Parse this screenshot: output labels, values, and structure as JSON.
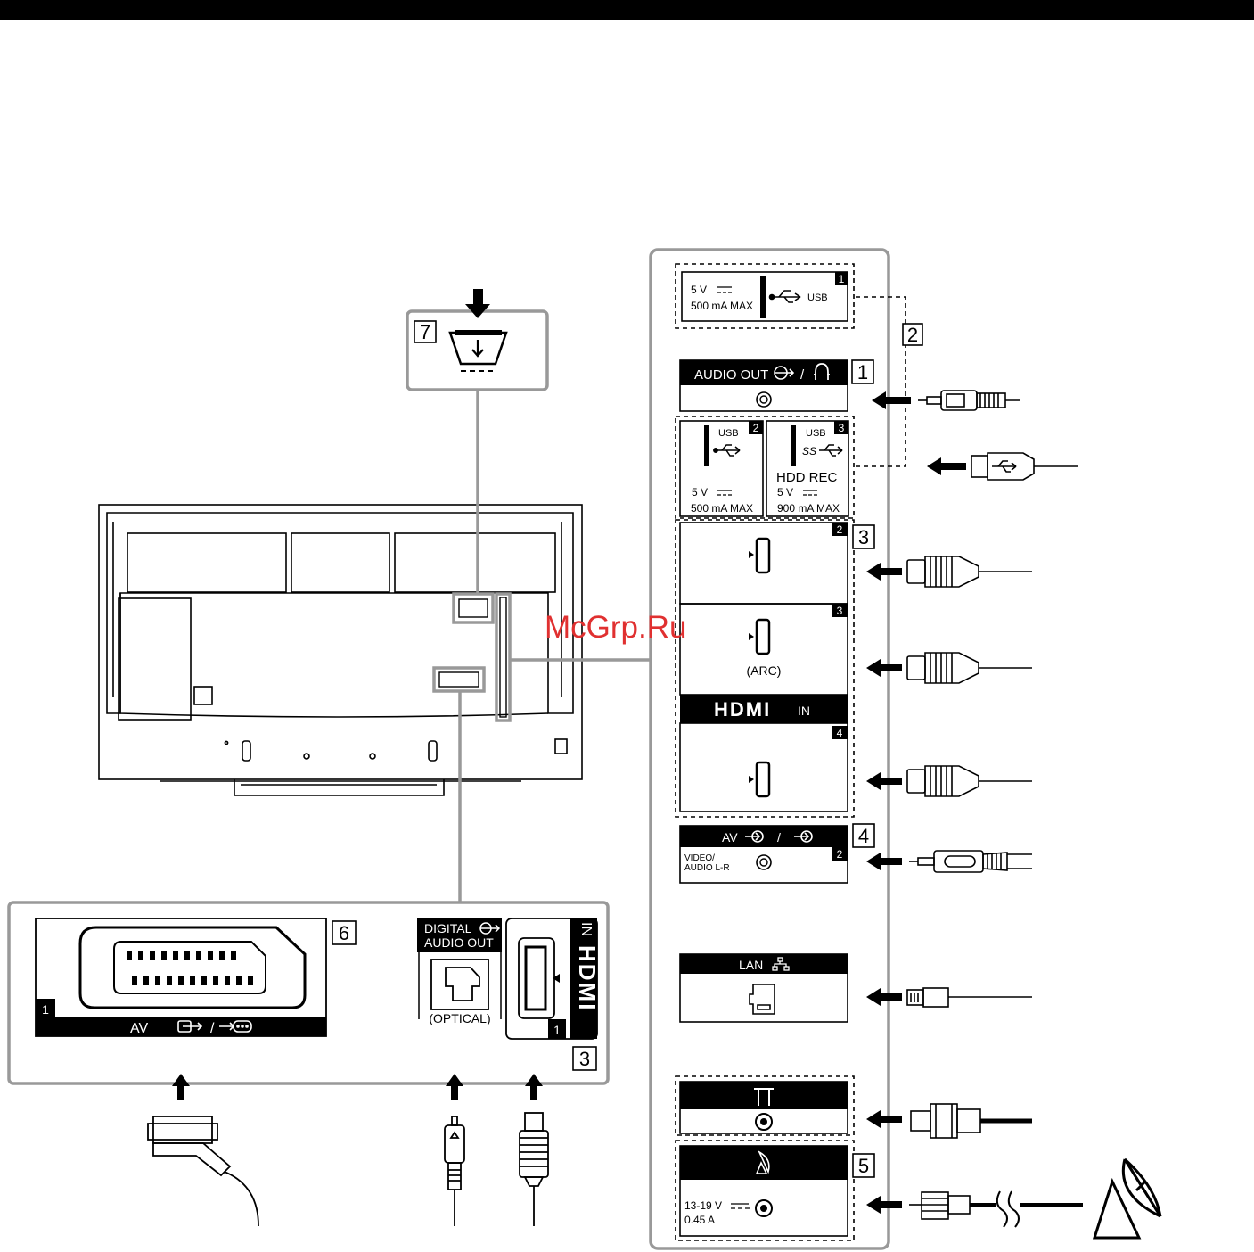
{
  "watermark": "McGrp.Ru",
  "callouts": {
    "n1": "1",
    "n2": "2",
    "n3": "3",
    "n4": "4",
    "n5": "5",
    "n6": "6",
    "n7": "7"
  },
  "usb1": {
    "num": "1",
    "power": "5 V",
    "current": "500 mA MAX",
    "label": "USB"
  },
  "audio_out": {
    "title": "AUDIO OUT",
    "sep": "/"
  },
  "usb2": {
    "num": "2",
    "label": "USB",
    "power": "5 V",
    "current": "500 mA MAX"
  },
  "usb3": {
    "num": "3",
    "label": "USB",
    "ss": "SS",
    "hdd": "HDD REC",
    "power": "5 V",
    "current": "900 mA MAX"
  },
  "hdmi": {
    "port2": "2",
    "port3": "3",
    "arc": "(ARC)",
    "logo": "HDMI",
    "in": "IN",
    "port4": "4",
    "port1": "1"
  },
  "av": {
    "title": "AV",
    "sep": "/",
    "sub1": "VIDEO/",
    "sub2": "AUDIO L-R",
    "num": "2"
  },
  "lan": {
    "title": "LAN"
  },
  "sat": {
    "voltage": "13-19 V",
    "current": "0.45 A"
  },
  "scart": {
    "num": "1",
    "label": "AV",
    "sep": "/"
  },
  "digital": {
    "line1": "DIGITAL",
    "line2": "AUDIO OUT",
    "optical": "(OPTICAL)"
  }
}
